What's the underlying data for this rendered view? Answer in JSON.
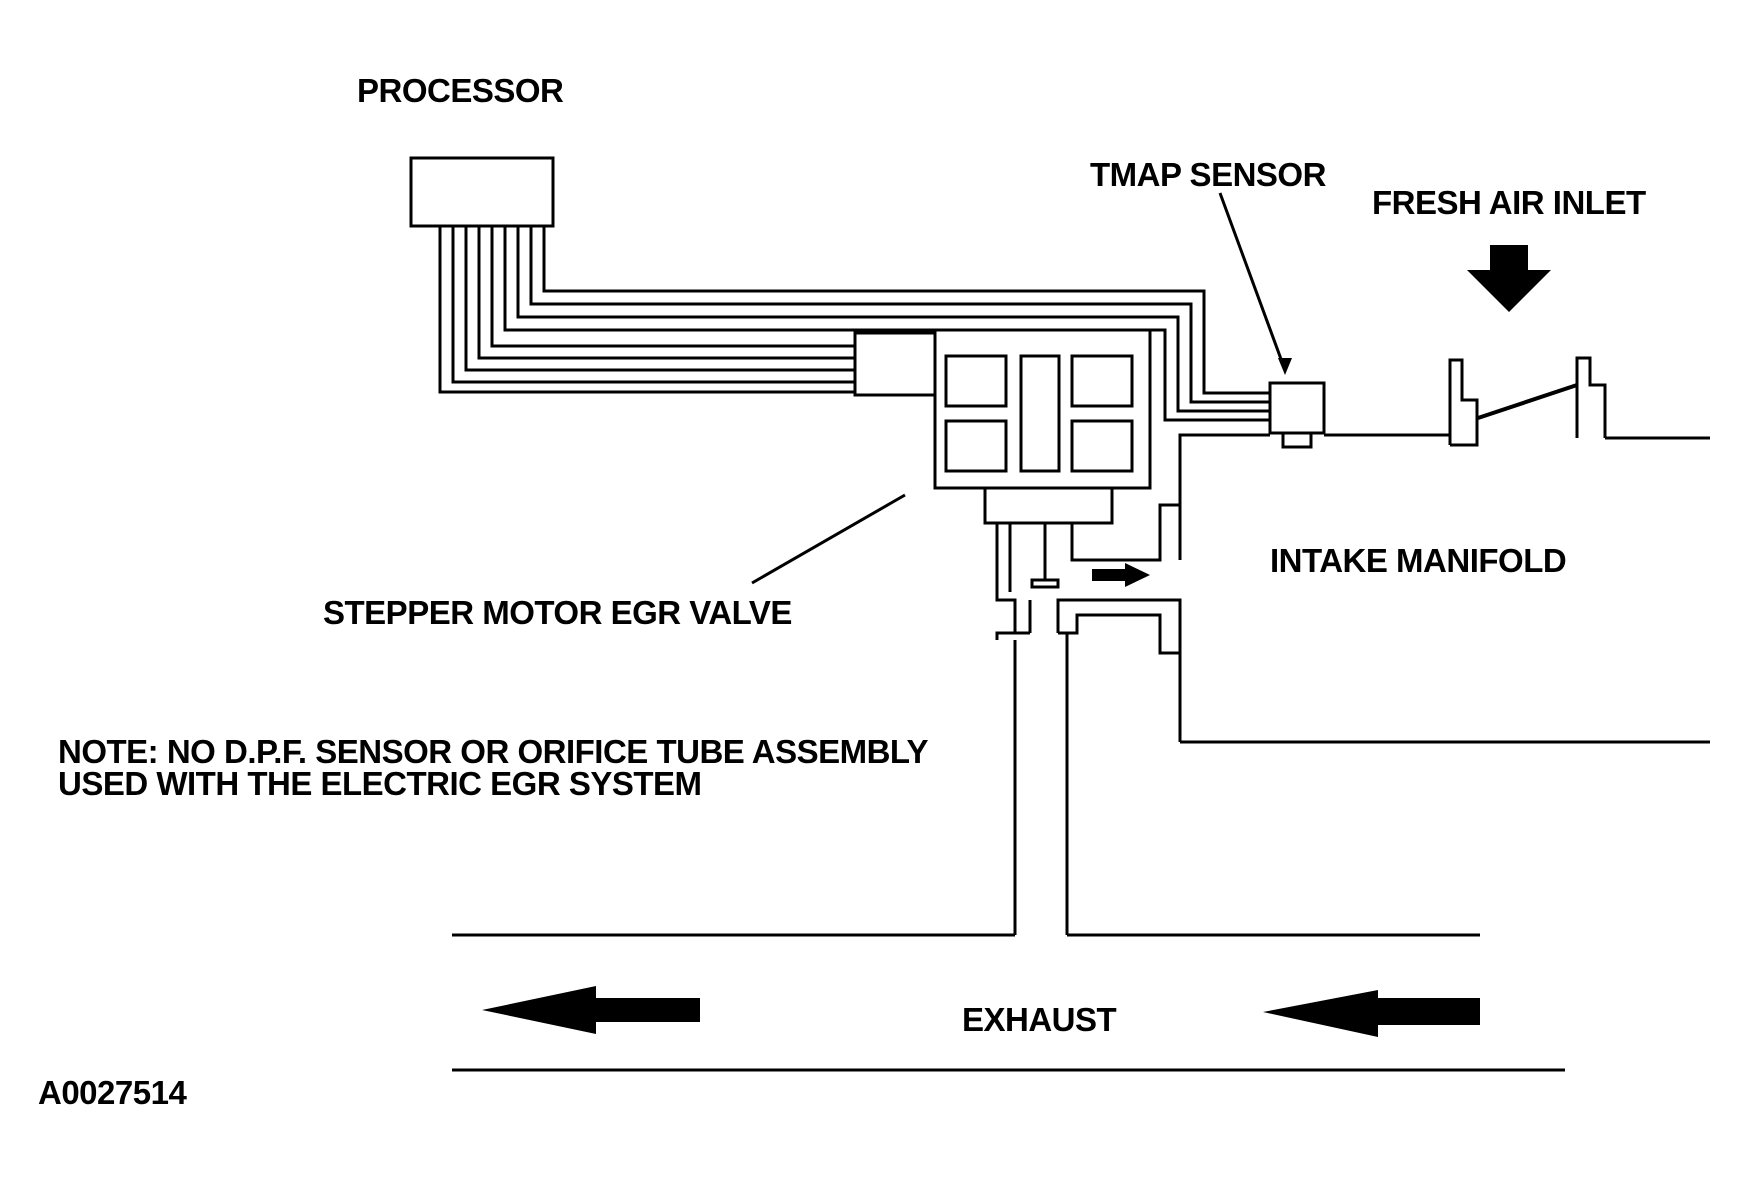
{
  "labels": {
    "processor": "PROCESSOR",
    "tmap_sensor": "TMAP SENSOR",
    "fresh_air_inlet": "FRESH AIR INLET",
    "intake_manifold": "INTAKE MANIFOLD",
    "stepper_motor_egr_valve": "STEPPER MOTOR EGR VALVE",
    "note_line1": "NOTE: NO D.P.F. SENSOR OR ORIFICE TUBE ASSEMBLY",
    "note_line2": "USED WITH THE ELECTRIC EGR SYSTEM",
    "exhaust": "EXHAUST",
    "figure_id": "A0027514"
  },
  "colors": {
    "ink": "#000000",
    "paper": "#ffffff"
  }
}
